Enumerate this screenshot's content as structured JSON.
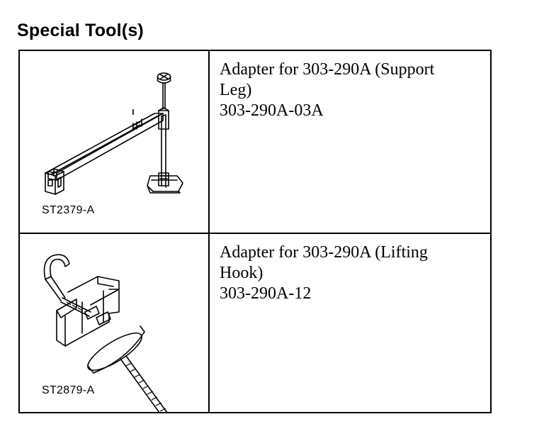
{
  "title": "Special Tool(s)",
  "tools": [
    {
      "image_label": "ST2379-A",
      "description_line1": "Adapter for 303-290A (Support",
      "description_line2": "Leg)",
      "part_number": "303-290A-03A",
      "illustration_icon": "support-leg-adapter-icon"
    },
    {
      "image_label": "ST2879-A",
      "description_line1": "Adapter for 303-290A (Lifting",
      "description_line2": "Hook)",
      "part_number": "303-290A-12",
      "illustration_icon": "lifting-hook-adapter-icon"
    }
  ]
}
